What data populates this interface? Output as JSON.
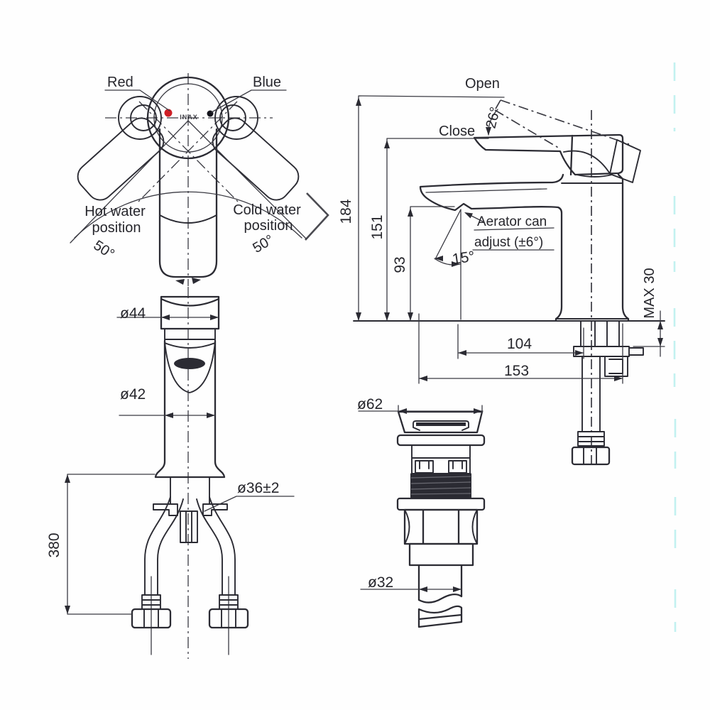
{
  "drawing": {
    "type": "faucet-technical-drawing",
    "colors": {
      "line": "#2b2b33",
      "red_indicator": "#cf1f26",
      "blue_indicator": "#14141c",
      "scan_artifact": "#8fe5e3"
    },
    "top_view": {
      "label_red": "Red",
      "label_blue": "Blue",
      "hot_line1": "Hot water",
      "hot_line2": "position",
      "cold_line1": "Cold water",
      "cold_line2": "position",
      "angle_left": "50°",
      "angle_right": "50°",
      "logo": "INAX"
    },
    "front_view": {
      "dia_cap": "ø44",
      "dia_body": "ø42",
      "dia_shank": "ø36±2",
      "install_height": "380"
    },
    "side_view": {
      "open_label": "Open",
      "close_label": "Close",
      "open_angle": "26°",
      "total_height": "184",
      "close_height": "151",
      "spout_height": "93",
      "aerator_angle": "15°",
      "aerator_note1": "Aerator can",
      "aerator_note2": "adjust (±6°)",
      "spout_reach": "104",
      "total_reach": "153",
      "deck_max": "MAX 30"
    },
    "drain_view": {
      "dia_flange": "ø62",
      "dia_pipe": "ø32"
    }
  }
}
